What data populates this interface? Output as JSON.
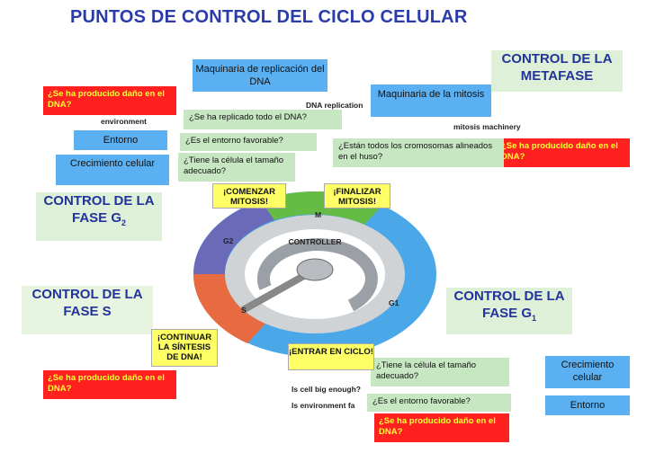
{
  "title": "PUNTOS DE CONTROL DEL CICLO CELULAR",
  "control_metafase": "CONTROL DE LA METAFASE",
  "control_g2": "CONTROL DE LA FASE G",
  "control_g2_sub": "2",
  "control_s": "CONTROL DE LA FASE S",
  "control_g1": "CONTROL DE LA FASE G",
  "control_g1_sub": "1",
  "damage_question": "¿Se ha producido daño en el DNA?",
  "blue": {
    "replicacion": "Maquinaria de replicación del DNA",
    "mitosis": "Maquinaria de la mitosis",
    "entorno_left": "Entorno",
    "crecimiento_left": "Crecimiento celular",
    "crecimiento_right": "Crecimiento celular",
    "entorno_right": "Entorno"
  },
  "green": {
    "replicado": "¿Se ha replicado todo el DNA?",
    "entorno_favorable_top": "¿Es el entorno favorable?",
    "tamano_top": "¿Tiene la célula el tamaño adecuado?",
    "cromosomas": "¿Están todos los cromosomas alineados en el huso?",
    "tamano_bottom": "¿Tiene la célula el tamaño adecuado?",
    "entorno_favorable_bottom": "¿Es el entorno favorable?"
  },
  "yellow": {
    "comenzar": "¡COMENZAR MITOSIS!",
    "finalizar": "¡FINALIZAR MITOSIS!",
    "continuar": "¡CONTINUAR LA SÍNTESIS DE DNA!",
    "entrar": "¡ENTRAR EN CICLO!"
  },
  "english": {
    "environment": "environment",
    "dna_replication": "DNA replication",
    "mitosis_machinery": "mitosis machinery",
    "cell_big": "Is cell big enough?",
    "env_favorable": "Is environment fa"
  },
  "wheel": {
    "controller": "CONTROLLER",
    "m": "M",
    "g2": "G2",
    "s": "S",
    "g1": "G1"
  },
  "colors": {
    "title": "#2a3caa",
    "red_bg": "#ff2020",
    "red_text": "#ffff33",
    "blue_box": "#5ab0f0",
    "green_box": "#c7e6c2",
    "yellow_box": "#ffff66"
  }
}
